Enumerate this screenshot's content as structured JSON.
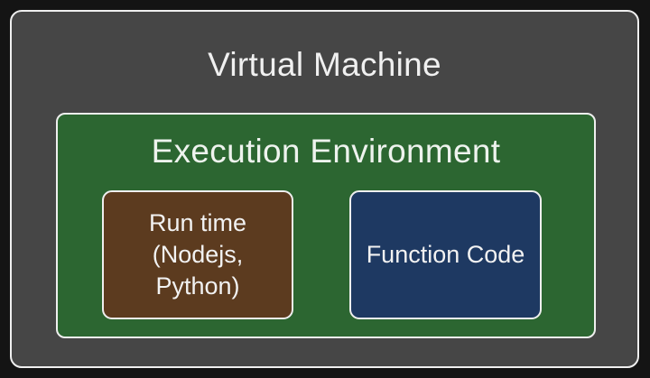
{
  "diagram": {
    "virtual_machine": {
      "label": "Virtual Machine",
      "fill_color": "#464646"
    },
    "execution_environment": {
      "label": "Execution Environment",
      "fill_color": "#2c6631"
    },
    "runtime": {
      "lines": [
        "Run time",
        "(Nodejs,",
        "Python)"
      ],
      "fill_color": "#5c3b1f"
    },
    "function_code": {
      "label": "Function Code",
      "fill_color": "#1e3962"
    },
    "border_color": "#efefef",
    "background_color": "#141414"
  }
}
